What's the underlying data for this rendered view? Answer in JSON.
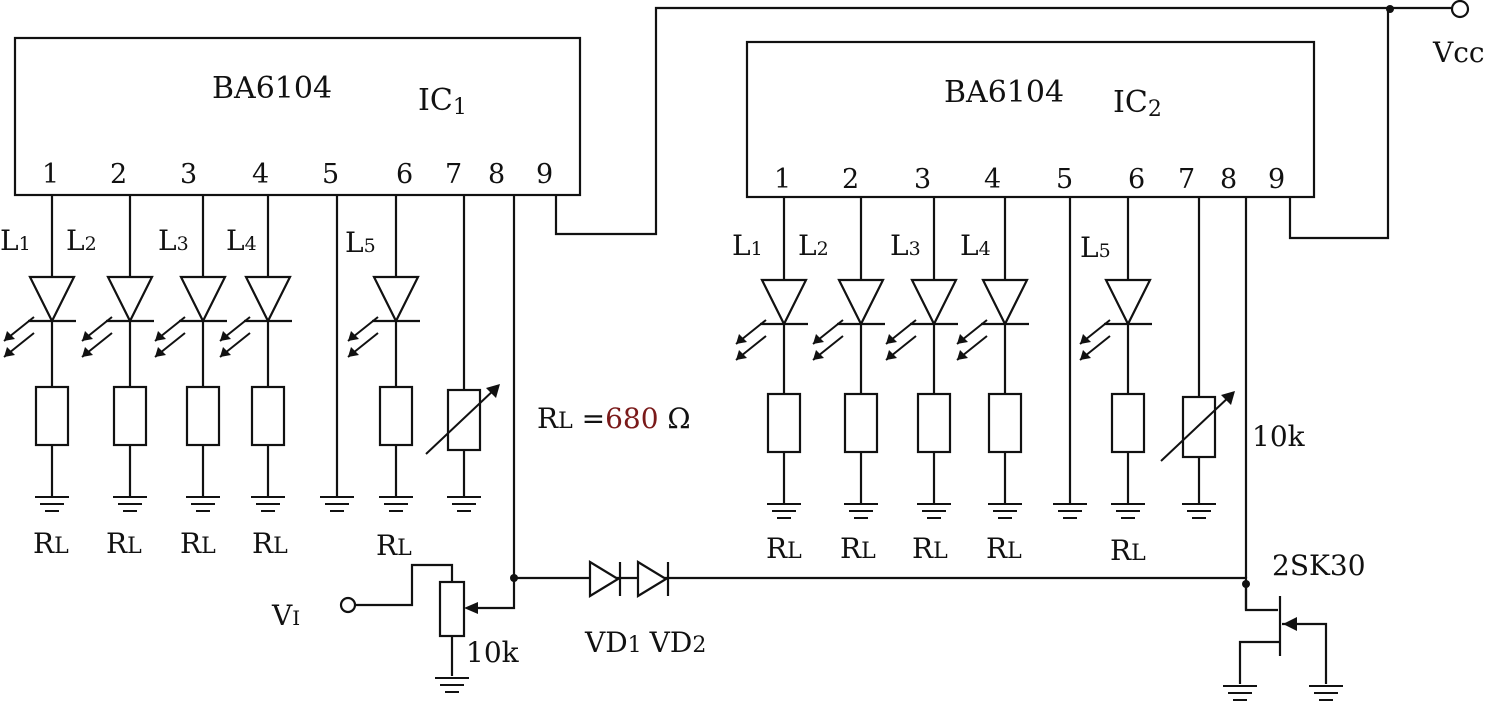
{
  "ic1": {
    "part": "BA6104",
    "ref": "IC",
    "ref_sub": "1",
    "pins": [
      "1",
      "2",
      "3",
      "4",
      "5",
      "6",
      "7",
      "8",
      "9"
    ],
    "leds": [
      {
        "letter": "L",
        "num": "1"
      },
      {
        "letter": "L",
        "num": "2"
      },
      {
        "letter": "L",
        "num": "3"
      },
      {
        "letter": "L",
        "num": "4"
      },
      {
        "letter": "L",
        "num": "5"
      }
    ],
    "resistors": [
      "R",
      "R",
      "R",
      "R",
      "R"
    ],
    "resistor_sub": "L"
  },
  "ic2": {
    "part": "BA6104",
    "ref": "IC",
    "ref_sub": "2",
    "pins": [
      "1",
      "2",
      "3",
      "4",
      "5",
      "6",
      "7",
      "8",
      "9"
    ],
    "leds": [
      {
        "letter": "L",
        "num": "1"
      },
      {
        "letter": "L",
        "num": "2"
      },
      {
        "letter": "L",
        "num": "3"
      },
      {
        "letter": "L",
        "num": "4"
      },
      {
        "letter": "L",
        "num": "5"
      }
    ],
    "resistors": [
      "R",
      "R",
      "R",
      "R",
      "R"
    ],
    "resistor_sub": "L"
  },
  "rl_note": {
    "prefix": "R",
    "sub": "L",
    "eq": " =",
    "value": "680",
    "unit": " Ω",
    "value_color": "#7a1a1a"
  },
  "vcc": "Vcc",
  "vi": {
    "letter": "V",
    "sub": "I"
  },
  "pot": "10k",
  "ic2_pot": "10k",
  "diodes": {
    "vd1_letter": "VD",
    "vd1_sub": "1",
    "vd2_letter": "VD",
    "vd2_sub": "2"
  },
  "fet": "2SK30"
}
